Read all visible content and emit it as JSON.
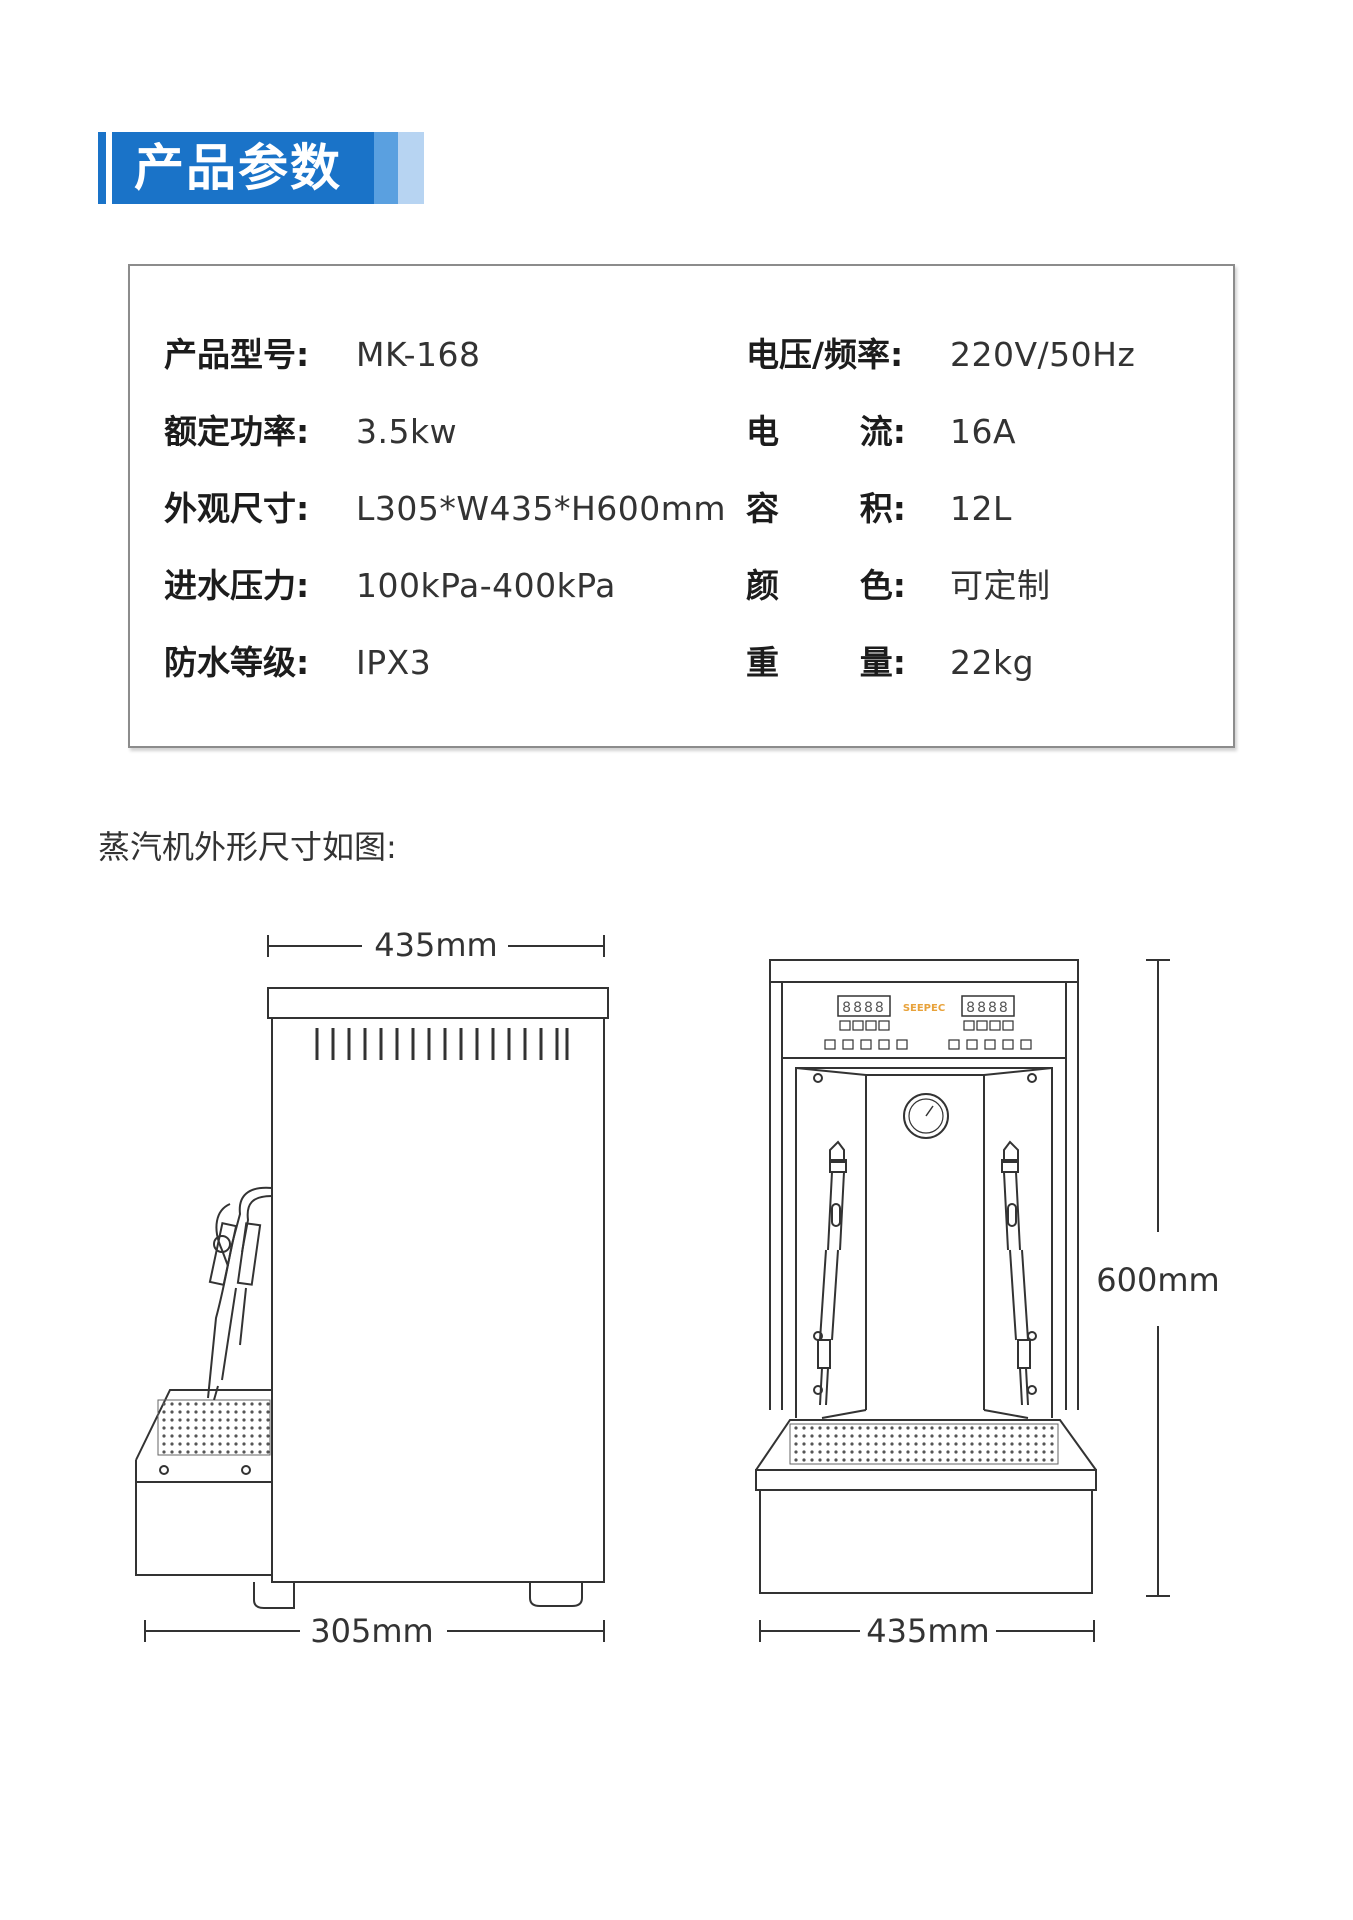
{
  "section_title": "产品参数",
  "specs": [
    {
      "label1": "产品型号:",
      "value1": "MK-168",
      "label2": "电压/频率:",
      "value2": "220V/50Hz"
    },
    {
      "label1": "额定功率:",
      "value1": "3.5kw",
      "label2": [
        "电",
        "流:"
      ],
      "value2": "16A"
    },
    {
      "label1": "外观尺寸:",
      "value1": "L305*W435*H600mm",
      "label2": [
        "容",
        "积:"
      ],
      "value2": "12L"
    },
    {
      "label1": "进水压力:",
      "value1": "100kPa-400kPa",
      "label2": [
        "颜",
        "色:"
      ],
      "value2": "可定制"
    },
    {
      "label1": "防水等级:",
      "value1": "IPX3",
      "label2": [
        "重",
        "量:"
      ],
      "value2": "22kg"
    }
  ],
  "caption": "蒸汽机外形尺寸如图:",
  "side_view": {
    "width_top": "435mm",
    "width_bottom": "305mm"
  },
  "front_view": {
    "height": "600mm",
    "width_bottom": "435mm",
    "brand": "SEEPEC",
    "display": "8888"
  },
  "colors": {
    "accent": "#1a73c8",
    "accent_mid": "#5aa0e0",
    "accent_light": "#b7d4f2",
    "brand": "#e8a23a"
  }
}
